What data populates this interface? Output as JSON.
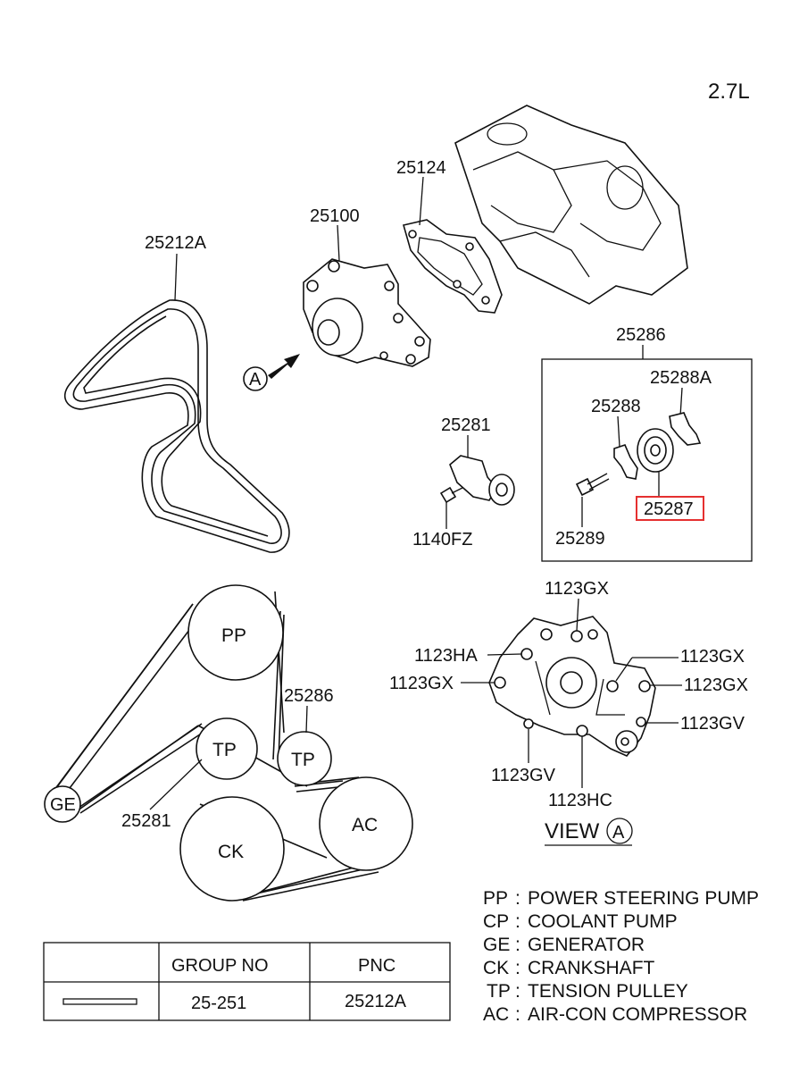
{
  "engine_label": "2.7L",
  "parts": {
    "belt": "25212A",
    "water_pump": "25100",
    "gasket": "25124",
    "tensioner_kit": "25286",
    "tensioner_assy": "25281",
    "tensioner_bolt": "1140FZ",
    "bracket_a": "25288A",
    "bracket": "25288",
    "idler_pulley": "25287",
    "pulley_bolt": "25289"
  },
  "view_marker": "A",
  "belt_routing": {
    "pulleys": {
      "pp": "PP",
      "tp1": "TP",
      "tp2": "TP",
      "ge": "GE",
      "ck": "CK",
      "ac": "AC"
    },
    "callout_tp_kit": "25286",
    "callout_tp_assy": "25281"
  },
  "view_a": {
    "title": "VIEW",
    "marker": "A",
    "bolts": {
      "top": "1123GX",
      "left_ha": "1123HA",
      "left_gx": "1123GX",
      "right_gx1": "1123GX",
      "right_gx2": "1123GX",
      "right_gv": "1123GV",
      "bottom_gv": "1123GV",
      "bottom_hc": "1123HC"
    }
  },
  "legend": [
    {
      "code": "PP",
      "sep": ":",
      "desc": "POWER STEERING PUMP"
    },
    {
      "code": "CP",
      "sep": ":",
      "desc": "COOLANT PUMP"
    },
    {
      "code": "GE",
      "sep": ":",
      "desc": "GENERATOR"
    },
    {
      "code": "CK",
      "sep": ":",
      "desc": "CRANKSHAFT"
    },
    {
      "code": "TP",
      "sep": ":",
      "desc": "TENSION PULLEY"
    },
    {
      "code": "AC",
      "sep": ":",
      "desc": "AIR-CON COMPRESSOR"
    }
  ],
  "table": {
    "headers": {
      "symbol": "",
      "group_no": "GROUP NO",
      "pnc": "PNC"
    },
    "row": {
      "group_no": "25-251",
      "pnc": "25212A"
    }
  },
  "highlight_color": "#e53030"
}
